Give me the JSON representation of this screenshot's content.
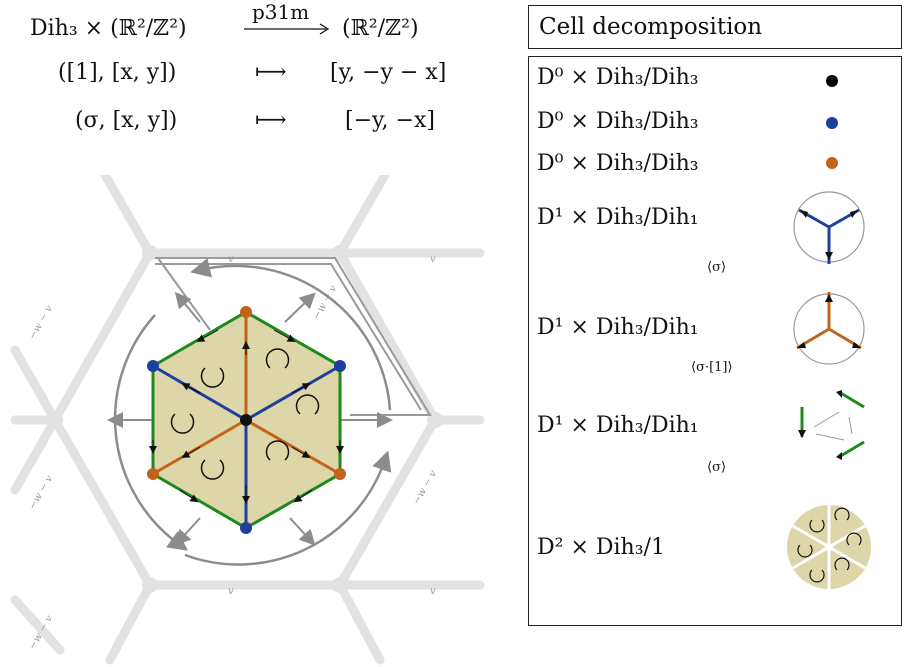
{
  "header": {
    "line1_left": "Dih₃ × (ℝ²/ℤ²)",
    "arrow_label": "p31m",
    "line1_right": "(ℝ²/ℤ²)",
    "line2_left": "([1], [x, y])",
    "maps_to": "⟼",
    "line2_right": "[y, −y − x]",
    "line3_left": "(σ, [x, y])",
    "line3_right": "[−y, −x]"
  },
  "diagram": {
    "edge_label_v": "v",
    "edge_label_w": "−w − v",
    "colors": {
      "green": "#1e8a1e",
      "blue": "#1f3f9e",
      "orange": "#c2631a",
      "fill": "#ddd6a8",
      "gray": "#8c8c8c",
      "lightgray": "#dcdcdc"
    }
  },
  "cell_decomposition": {
    "title": "Cell decomposition",
    "rows": [
      {
        "text": "D⁰ × Dih₃/Dih₃",
        "marker": "black-dot",
        "color": "#000000"
      },
      {
        "text": "D⁰ × Dih₃/Dih₃",
        "marker": "blue-dot",
        "color": "#1f3f9e"
      },
      {
        "text": "D⁰ × Dih₃/Dih₃",
        "marker": "orange-dot",
        "color": "#c2631a"
      },
      {
        "text": "D¹ × Dih₃/Dih₁",
        "subscript": "⟨σ⟩",
        "marker": "blue-tripod-icon"
      },
      {
        "text": "D¹ × Dih₃/Dih₁",
        "subscript": "⟨σ·[1]⟩",
        "marker": "orange-tripod-icon"
      },
      {
        "text": "D¹ × Dih₃/Dih₁",
        "subscript": "⟨σ⟩",
        "marker": "green-edges-icon"
      },
      {
        "text": "D² × Dih₃/1",
        "marker": "hexagon-faces-icon"
      }
    ]
  }
}
